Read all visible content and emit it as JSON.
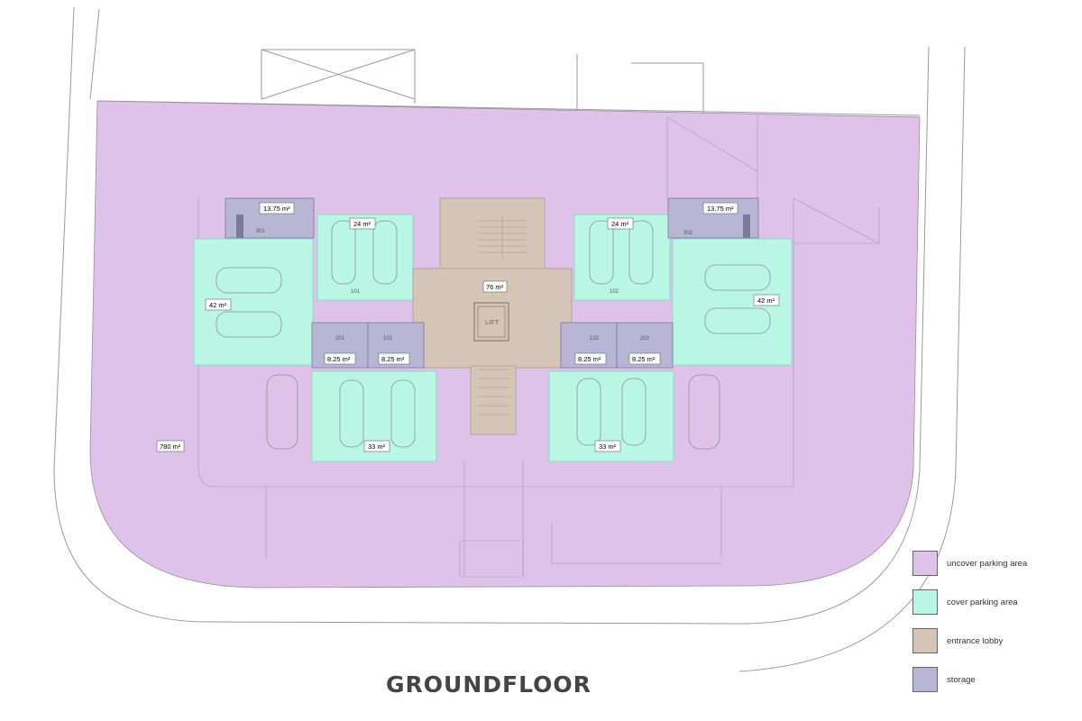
{
  "title": "GROUNDFLOOR",
  "colors": {
    "uncover": "#dfc2e9",
    "cover": "#b9f7e4",
    "lobby": "#d4c5b6",
    "storage": "#b8b6d4"
  },
  "legend": [
    {
      "label": "uncover parking area",
      "color_key": "uncover"
    },
    {
      "label": "cover parking area",
      "color_key": "cover"
    },
    {
      "label": "entrance lobby",
      "color_key": "lobby"
    },
    {
      "label": "storage",
      "color_key": "storage"
    }
  ],
  "labels": {
    "total_area": "780 m²",
    "storage_301": "13.75 m²",
    "storage_302": "13.75 m²",
    "parking_101": "24 m²",
    "parking_102": "24 m²",
    "parking_left_42": "42 m²",
    "parking_right_42": "42 m²",
    "lobby": "76 m²",
    "lift": "LIFT",
    "storage_201": "8.25 m²",
    "storage_101": "8.25 m²",
    "storage_102": "8.25 m²",
    "storage_202": "8.25 m²",
    "parking_33_left": "33 m²",
    "parking_33_right": "33 m²"
  },
  "units": {
    "u301": "301",
    "u302": "302",
    "u101": "101",
    "u102": "102",
    "u201": "201",
    "u202": "202"
  }
}
